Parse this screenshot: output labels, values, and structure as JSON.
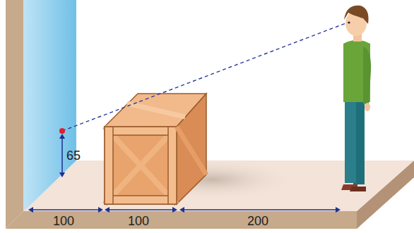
{
  "diagram": {
    "labels": [
      "65",
      "100",
      "100",
      "200"
    ]
  }
}
